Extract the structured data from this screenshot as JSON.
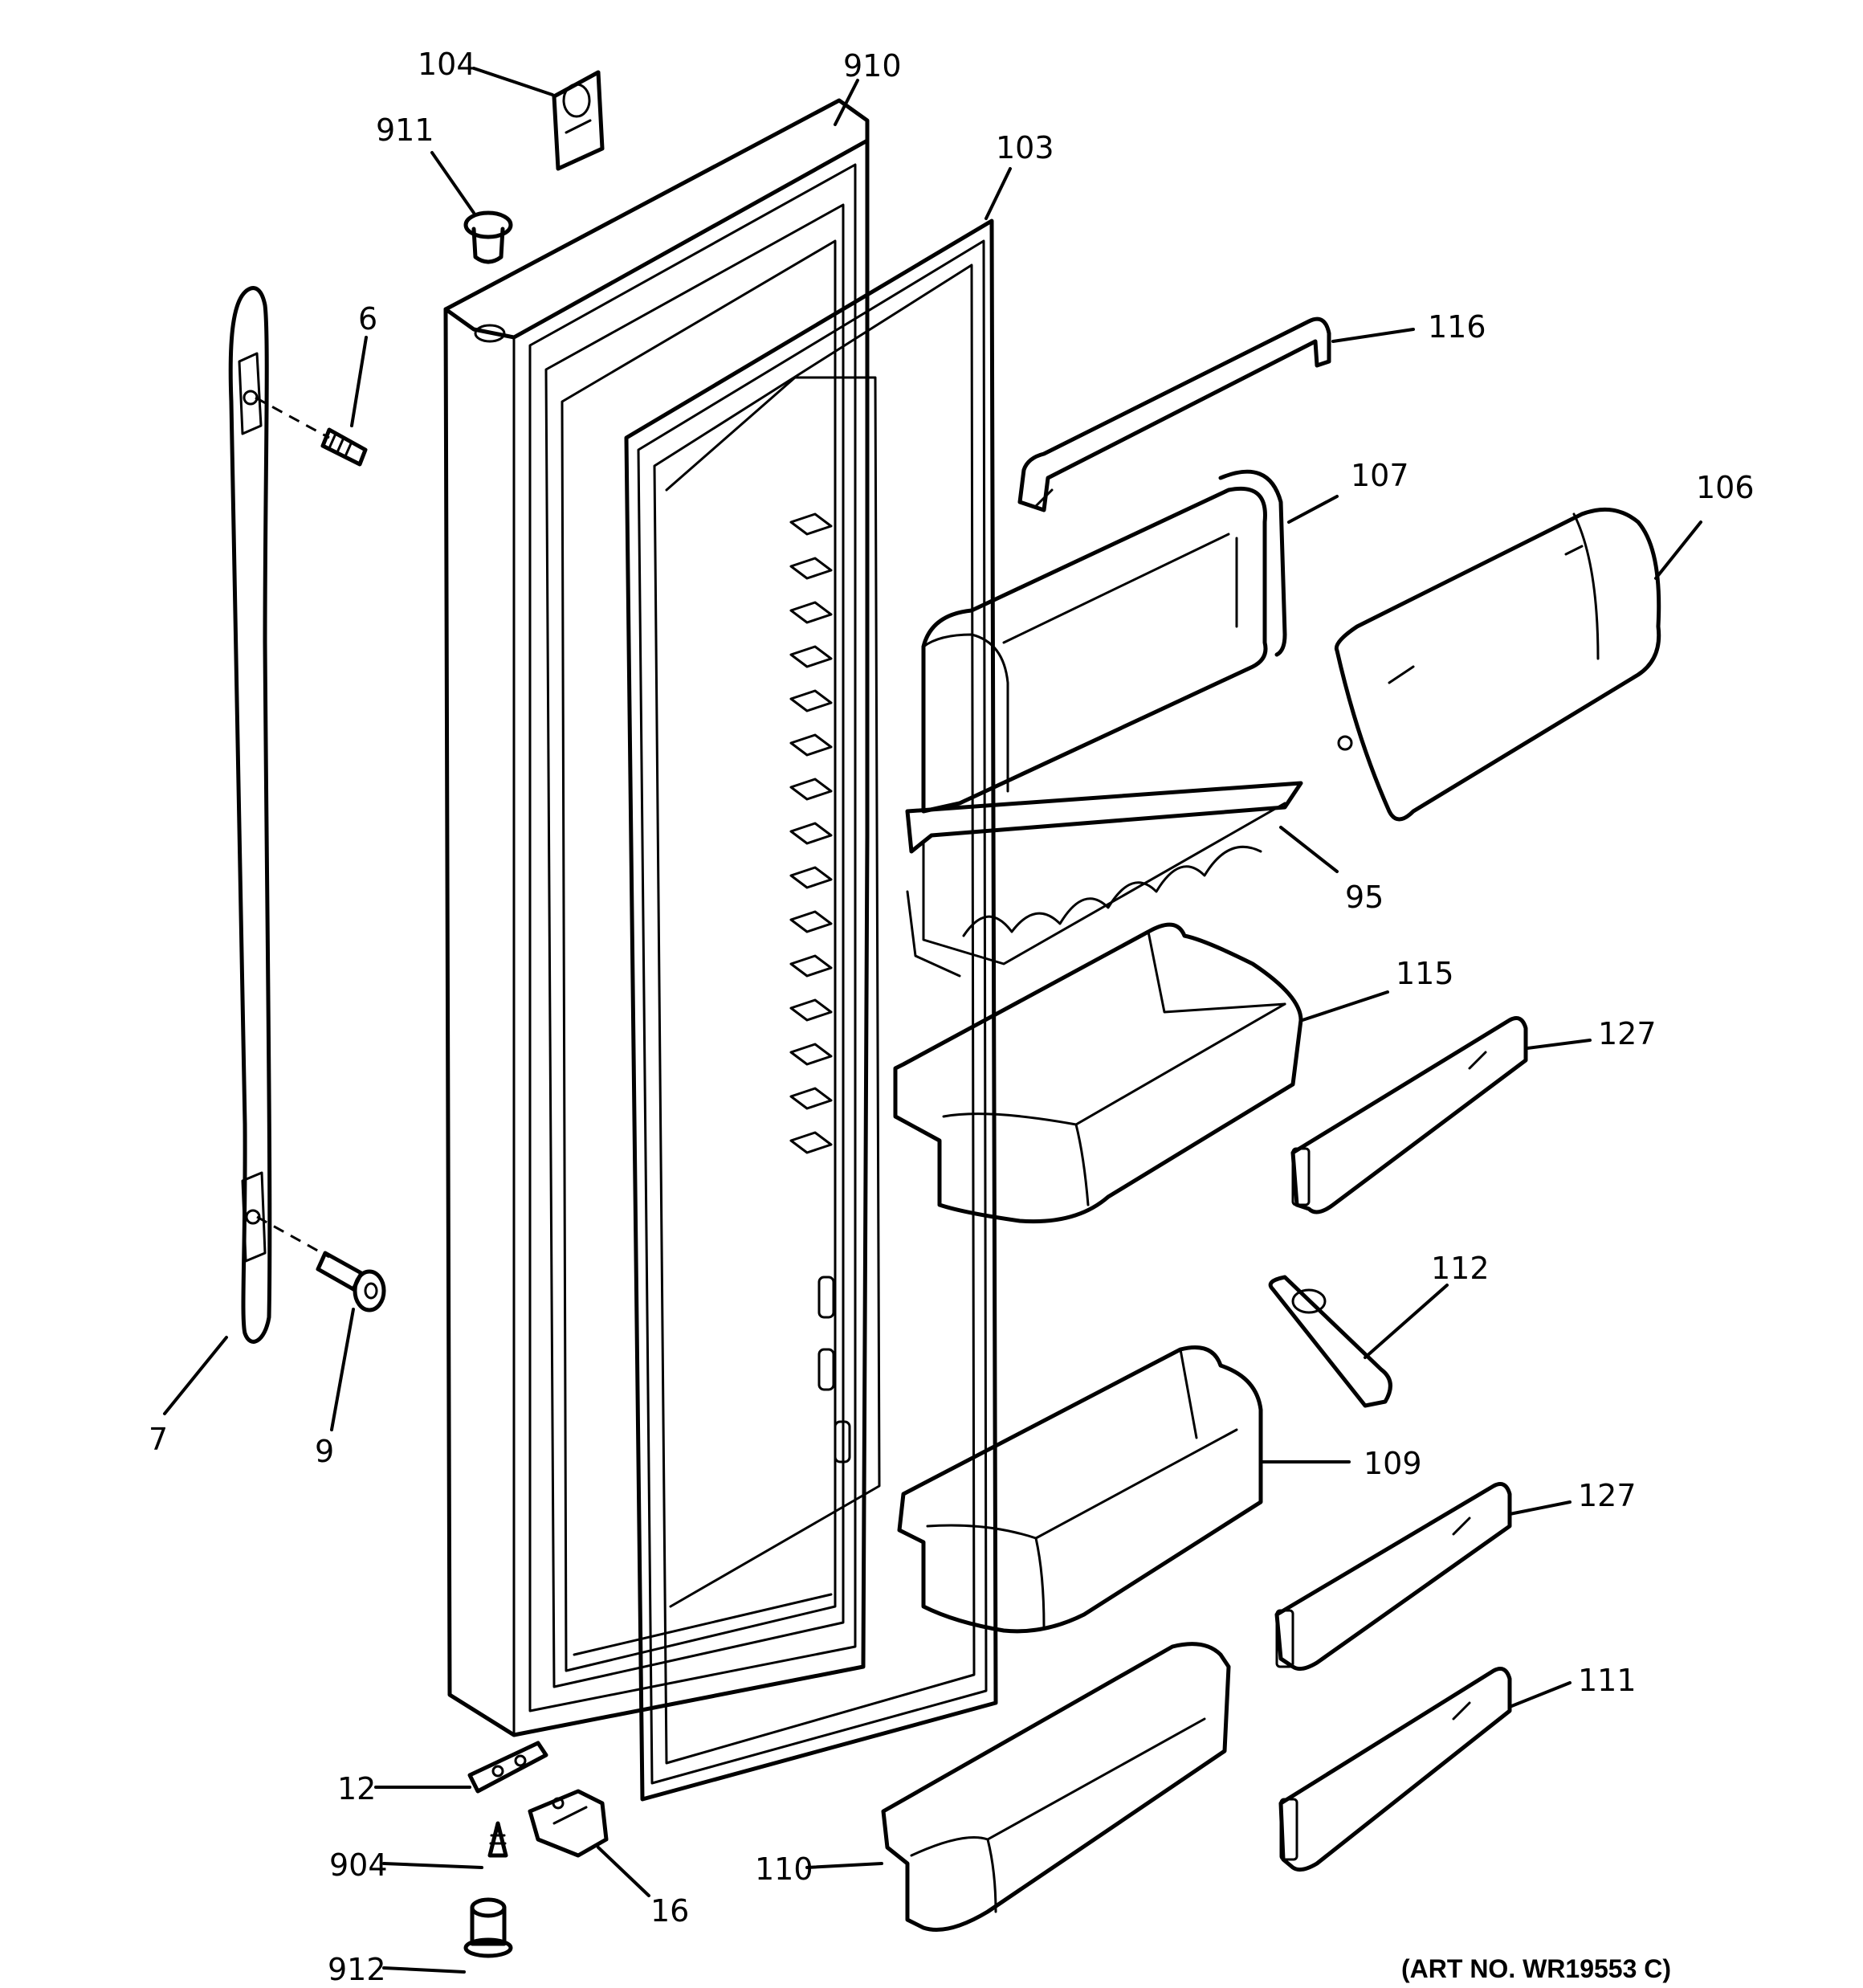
{
  "callouts": {
    "c104": "104",
    "c910": "910",
    "c911": "911",
    "c103": "103",
    "c6": "6",
    "c116": "116",
    "c107": "107",
    "c106": "106",
    "c95": "95",
    "c115": "115",
    "c127a": "127",
    "c112": "112",
    "c7": "7",
    "c9": "9",
    "c109": "109",
    "c127b": "127",
    "c111": "111",
    "c12": "12",
    "c904": "904",
    "c16": "16",
    "c110": "110",
    "c912": "912"
  },
  "art_number": "(ART NO. WR19553 C)"
}
